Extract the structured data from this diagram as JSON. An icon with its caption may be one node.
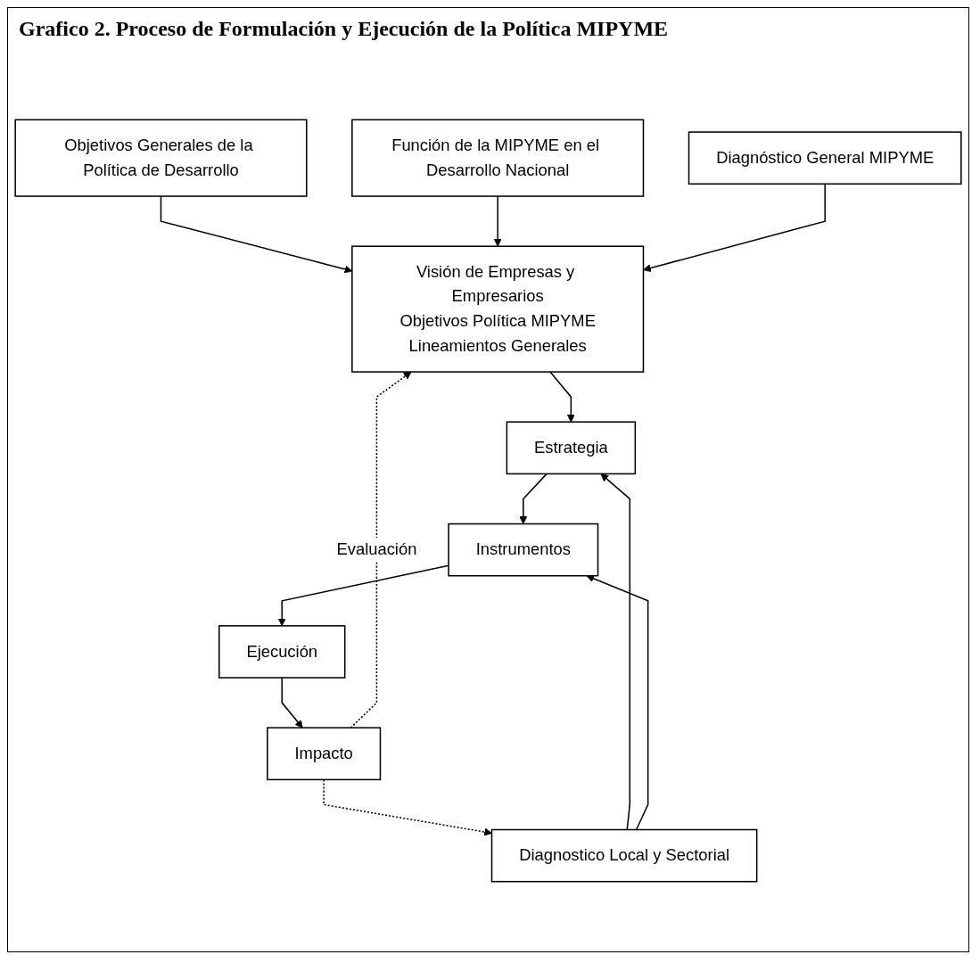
{
  "diagram": {
    "title": "Grafico 2. Proceso de Formulación y Ejecución de la Política MIPYME",
    "nodes": [
      {
        "text": [
          "Objetivos Generales de la Política de Desarrollo"
        ]
      },
      {
        "text": [
          "Función de la MIPYME en el Desarrollo Nacional"
        ]
      },
      {
        "text": [
          "Diagnóstico General MIPYME"
        ]
      },
      {
        "text": [
          "Visión de Empresas y Empresarios",
          "Objetivos Política MIPYME",
          "Lineamientos Generales"
        ]
      },
      {
        "text": [
          "Estrategia"
        ]
      },
      {
        "text": [
          "Diagnostico Local y Sectorial"
        ]
      },
      {
        "text": [
          "Instrumentos"
        ]
      },
      {
        "text": [
          "Ejecución"
        ]
      },
      {
        "text": [
          "Impacto"
        ]
      }
    ],
    "edges": [
      {
        "from": 0,
        "to": 3,
        "arrow": "to"
      },
      {
        "from": 1,
        "to": 3,
        "arrow": "to"
      },
      {
        "from": 2,
        "to": 3,
        "arrow": "to"
      },
      {
        "from": 3,
        "to": 4,
        "arrow": "to"
      },
      {
        "from": 5,
        "to": 4,
        "arrow": "to"
      },
      {
        "from": 4,
        "to": 6,
        "arrow": "to"
      },
      {
        "from": 5,
        "to": 6,
        "arrow": "to"
      },
      {
        "from": 6,
        "to": 7,
        "arrow": "to"
      },
      {
        "from": 7,
        "to": 8,
        "arrow": "to"
      },
      {
        "from": 8,
        "to": 3,
        "arrow": "to",
        "style": "dashed",
        "label": "Evaluación"
      },
      {
        "from": 8,
        "to": 5,
        "arrow": "to",
        "style": "dashed"
      }
    ]
  }
}
